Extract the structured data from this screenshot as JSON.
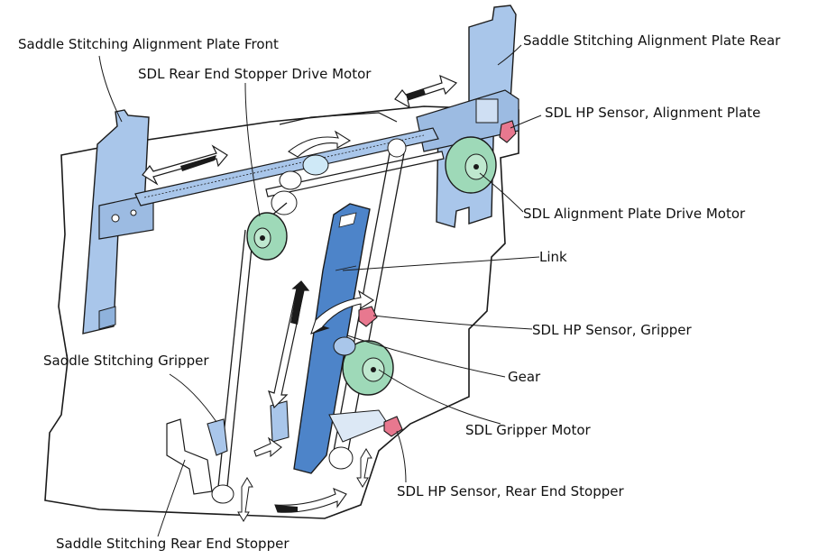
{
  "diagram": {
    "labels": {
      "alignment_plate_front": "Saddle Stitching Alignment Plate Front",
      "rear_end_stopper_drive_motor": "SDL Rear End Stopper Drive Motor",
      "alignment_plate_rear": "Saddle Stitching Alignment Plate Rear",
      "hp_sensor_alignment_plate": "SDL HP Sensor, Alignment Plate",
      "alignment_plate_drive_motor": "SDL Alignment Plate Drive Motor",
      "link": "Link",
      "hp_sensor_gripper": "SDL HP Sensor, Gripper",
      "gripper": "Saddle Stitching Gripper",
      "gear": "Gear",
      "gripper_motor": "SDL Gripper Motor",
      "hp_sensor_rear_end_stopper": "SDL HP Sensor, Rear End Stopper",
      "rear_end_stopper": "Saddle Stitching Rear End Stopper"
    },
    "colors": {
      "plate_blue": "#a9c6ea",
      "link_blue": "#4d84c9",
      "motor_green": "#9ed9b8",
      "sensor_pink": "#e8788f",
      "outline": "#1a1a1a"
    }
  }
}
